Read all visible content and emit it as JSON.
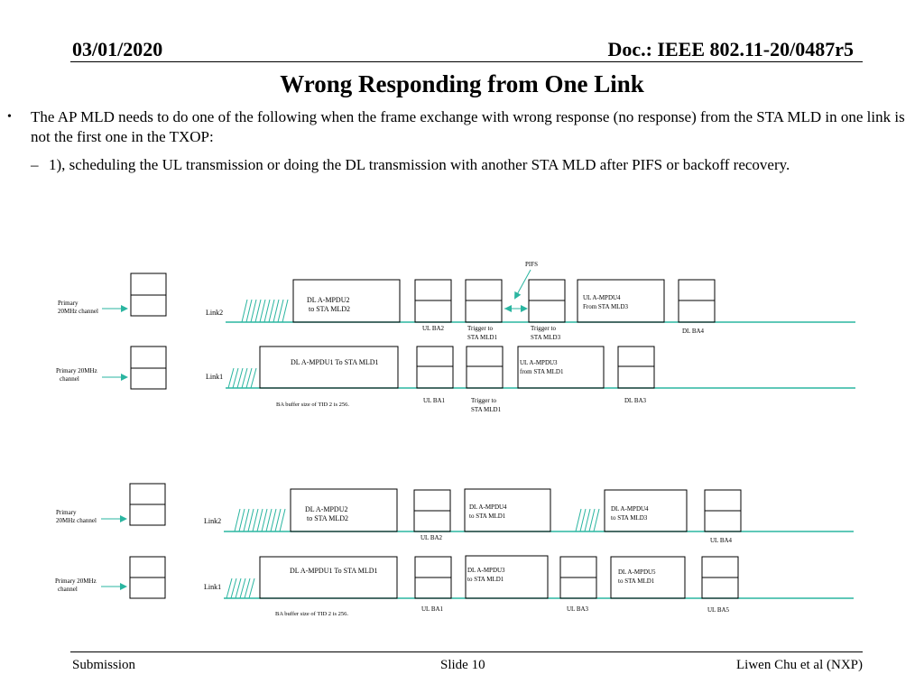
{
  "header": {
    "date": "03/01/2020",
    "doc": "Doc.: IEEE 802.11-20/0487r5"
  },
  "slide_title": "Wrong Responding from One Link",
  "bullets": {
    "b1_marker": "•",
    "b1": "The AP MLD needs to do one of the following when the frame exchange with wrong response (no response) from the STA MLD in one link is not the first one in the TXOP:",
    "b2_marker": "–",
    "b2": "1), scheduling the UL transmission or doing the DL transmission with another STA MLD after PIFS or backoff recovery."
  },
  "diagram1": {
    "primary_top_1": "Primary",
    "primary_top_2": "20MHz  channel",
    "primary_bot_1": "Primary 20MHz",
    "primary_bot_2": "channel",
    "link2": "Link2",
    "link1": "Link1",
    "pifs": "PIFS",
    "dl_ampdu2_1": "DL A-MPDU2",
    "dl_ampdu2_2": "to STA MLD2",
    "ul_ampdu4_1": "UL A-MPDU4",
    "ul_ampdu4_2": "From  STA MLD3",
    "ul_ba2": "UL BA2",
    "trigger_a_1": "Trigger to",
    "trigger_a_2": "STA MLD1",
    "trigger_b_1": "Trigger to",
    "trigger_b_2": "STA MLD3",
    "dl_ba4": "DL BA4",
    "dl_ampdu1": "DL A-MPDU1  To STA MLD1",
    "ul_ampdu3_1": "UL A-MPDU3",
    "ul_ampdu3_2": "from STA MLD1",
    "ba_buffer": "BA buffer size of TID 2 is 256.",
    "ul_ba1": "UL BA1",
    "trigger_c_1": "Trigger to",
    "trigger_c_2": "STA MLD1",
    "dl_ba3": "DL BA3"
  },
  "diagram2": {
    "primary_top_1": "Primary",
    "primary_top_2": "20MHz  channel",
    "primary_bot_1": "Primary 20MHz",
    "primary_bot_2": "channel",
    "link2": "Link2",
    "link1": "Link1",
    "dl_ampdu2_1": "DL A-MPDU2",
    "dl_ampdu2_2": "to STA MLD2",
    "dl_ampdu4a_1": "DL A-MPDU4",
    "dl_ampdu4a_2": "to  STA MLD1",
    "dl_ampdu4b_1": "DL A-MPDU4",
    "dl_ampdu4b_2": "to  STA MLD3",
    "ul_ba2": "UL BA2",
    "ul_ba4": "UL BA4",
    "dl_ampdu1": "DL A-MPDU1  To STA MLD1",
    "dl_ampdu3_1": "DL A-MPDU3",
    "dl_ampdu3_2": "to STA MLD1",
    "dl_ampdu5_1": "DL A-MPDU5",
    "dl_ampdu5_2": "to STA MLD1",
    "ba_buffer": "BA buffer size of TID 2 is 256.",
    "ul_ba1": "UL BA1",
    "ul_ba3": "UL BA3",
    "ul_ba5": "UL BA5"
  },
  "colors": {
    "timeline": "#2ab5a0"
  },
  "footer": {
    "left": "Submission",
    "center": "Slide 10",
    "right": "Liwen Chu et al (NXP)"
  }
}
